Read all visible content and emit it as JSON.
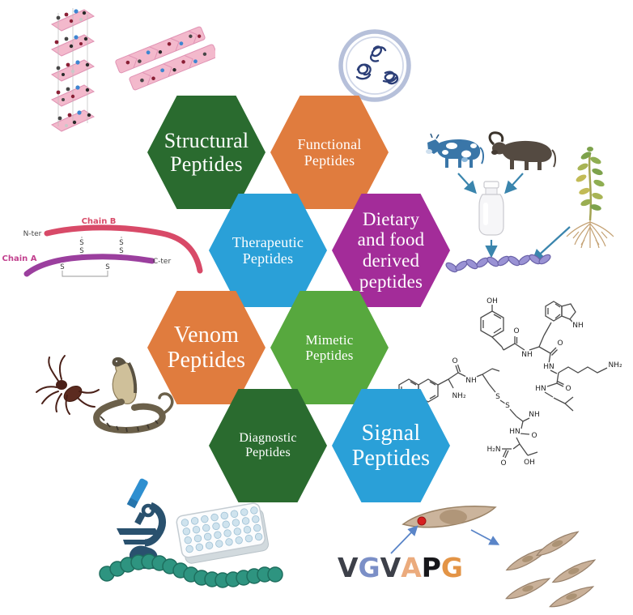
{
  "hexagons": [
    {
      "id": "structural",
      "color": "#2a6b2f",
      "lines": [
        "Structural",
        "Peptides"
      ]
    },
    {
      "id": "functional",
      "color": "#e07c3e",
      "lines": [
        "Functional",
        "Peptides"
      ]
    },
    {
      "id": "therapeutic",
      "color": "#2aa0d8",
      "lines": [
        "Therapeutic",
        "Peptides"
      ]
    },
    {
      "id": "dietary",
      "color": "#a32c99",
      "lines": [
        "Dietary",
        "and food",
        "derived",
        "peptides"
      ]
    },
    {
      "id": "venom",
      "color": "#e07c3e",
      "lines": [
        "Venom",
        "Peptides"
      ]
    },
    {
      "id": "mimetic",
      "color": "#57a83e",
      "lines": [
        "Mimetic",
        "Peptides"
      ]
    },
    {
      "id": "diagnostic",
      "color": "#2a6b2f",
      "lines": [
        "Diagnostic",
        "Peptides"
      ]
    },
    {
      "id": "signal",
      "color": "#2aa0d8",
      "lines": [
        "Signal",
        "Peptides"
      ]
    }
  ],
  "insulin_diagram": {
    "chain_b_label": "Chain B",
    "chain_a_label": "Chain A",
    "n_terminus": "N-ter",
    "c_terminus": "C-ter",
    "sulfur": "S"
  },
  "chemistry": {
    "hydroxyl": "OH",
    "amide_nh": "NH",
    "amide_hn": "HN",
    "amine": "NH₂",
    "amine_h2n": "H₂N",
    "oxygen": "O",
    "sulfur": "S"
  },
  "signal_sequence": {
    "word": "VGVAPG",
    "letters": [
      {
        "char": "V",
        "color": "#3d4049"
      },
      {
        "char": "G",
        "color": "#7b8fc7"
      },
      {
        "char": "V",
        "color": "#3d4049"
      },
      {
        "char": "A",
        "color": "#ebab7d"
      },
      {
        "char": "P",
        "color": "#17171b"
      },
      {
        "char": "G",
        "color": "#e39446"
      }
    ]
  },
  "palette": {
    "hex_dark_green": "#2a6b2f",
    "hex_orange": "#e07c3e",
    "hex_blue": "#2aa0d8",
    "hex_purple": "#a32c99",
    "hex_green": "#57a83e",
    "arrow_blue": "#3a85ad",
    "bead_teal": "#2e9480",
    "microscope_navy": "#29516e",
    "microscope_blue": "#2e8fd0",
    "chain_b_red": "#d84a68",
    "chain_a_purple": "#9b3f9e",
    "cell_tan": "#cbb49c",
    "receptor_red": "#d62020",
    "helix_pink": "#f3b9cc",
    "dish_rim_blue": "#b6c0da",
    "colony_navy": "#2c3f78"
  }
}
